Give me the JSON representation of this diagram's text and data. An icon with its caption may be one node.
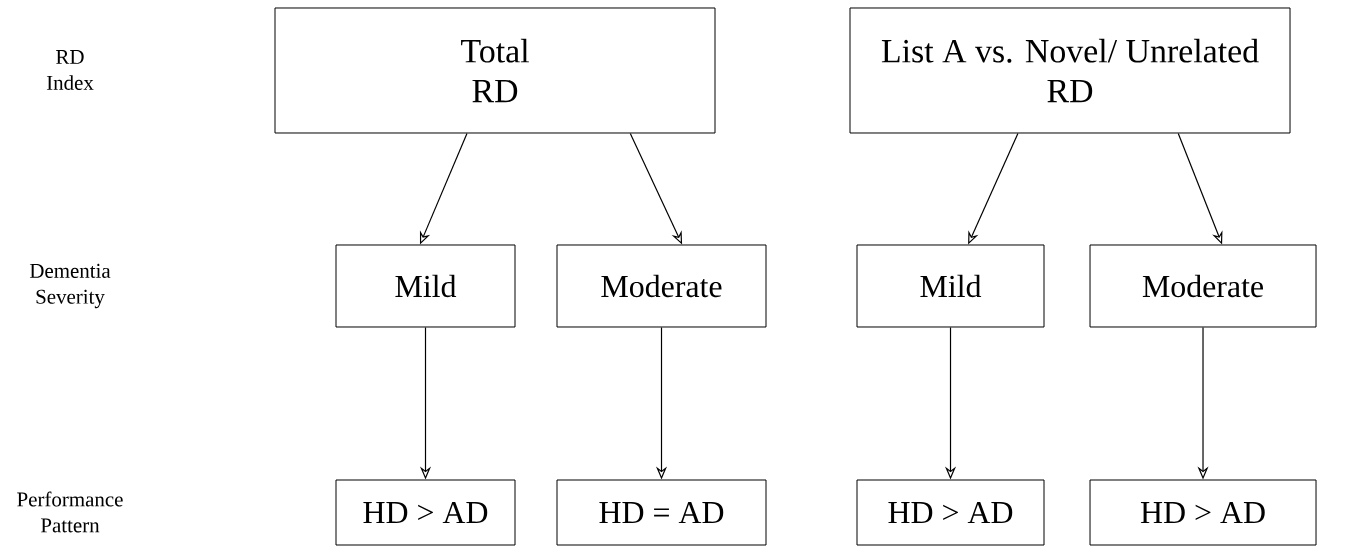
{
  "diagram": {
    "nodes": [
      {
        "text": [
          "Total RD"
        ]
      },
      {
        "text": [
          "List A vs. Novel/ Unrelated RD"
        ]
      },
      {
        "text": [
          "Mild"
        ]
      },
      {
        "text": [
          "Moderate"
        ]
      },
      {
        "text": [
          "Mild"
        ]
      },
      {
        "text": [
          "Moderate"
        ]
      },
      {
        "text": [
          "HD > AD"
        ]
      },
      {
        "text": [
          "HD = AD"
        ]
      },
      {
        "text": [
          "HD > AD"
        ]
      },
      {
        "text": [
          "HD > AD"
        ]
      }
    ],
    "edges": [
      {
        "from": 0,
        "to": 2,
        "arrow": "to"
      },
      {
        "from": 0,
        "to": 3,
        "arrow": "to"
      },
      {
        "from": 1,
        "to": 4,
        "arrow": "to"
      },
      {
        "from": 1,
        "to": 5,
        "arrow": "to"
      },
      {
        "from": 2,
        "to": 6,
        "arrow": "to"
      },
      {
        "from": 3,
        "to": 7,
        "arrow": "to"
      },
      {
        "from": 4,
        "to": 8,
        "arrow": "to"
      },
      {
        "from": 5,
        "to": 9,
        "arrow": "to"
      }
    ],
    "labels": [
      "RD Index",
      "Dementia Severity",
      "Performance Pattern"
    ]
  }
}
